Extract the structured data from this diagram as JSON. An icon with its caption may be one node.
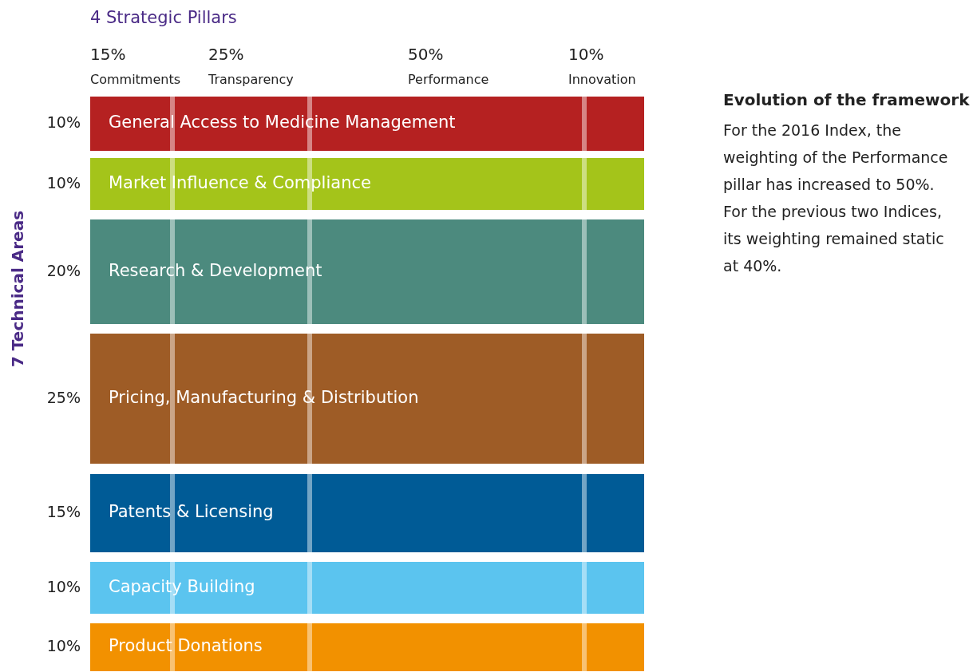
{
  "diagram": {
    "title": "4 Strategic Pillars",
    "nodes": [
      {
        "text": [
          "General Access to Medicine Management"
        ],
        "beside": [
          "10%"
        ]
      },
      {
        "text": [
          "Market Influence & Compliance"
        ],
        "beside": [
          "10%"
        ]
      },
      {
        "text": [
          "Research & Development"
        ],
        "beside": [
          "20%"
        ]
      },
      {
        "text": [
          "Pricing, Manufacturing & Distribution"
        ],
        "beside": [
          "25%"
        ]
      },
      {
        "text": [
          "Patents & Licensing"
        ],
        "beside": [
          "15%"
        ]
      },
      {
        "text": [
          "Capacity Building"
        ],
        "beside": [
          "10%"
        ]
      },
      {
        "text": [
          "Product Donations"
        ],
        "beside": [
          "10%"
        ]
      }
    ],
    "labels": [
      "15%",
      "Commitments",
      "25%",
      "Transparency",
      "50%",
      "Performance",
      "10%",
      "Innovation",
      "7 Technical Areas",
      "Evolution of the framework",
      "For the 2016 Index, the weighting of the Performance pillar has increased to 50%. For the previous two Indices, its weighting remained static at 40%."
    ]
  }
}
